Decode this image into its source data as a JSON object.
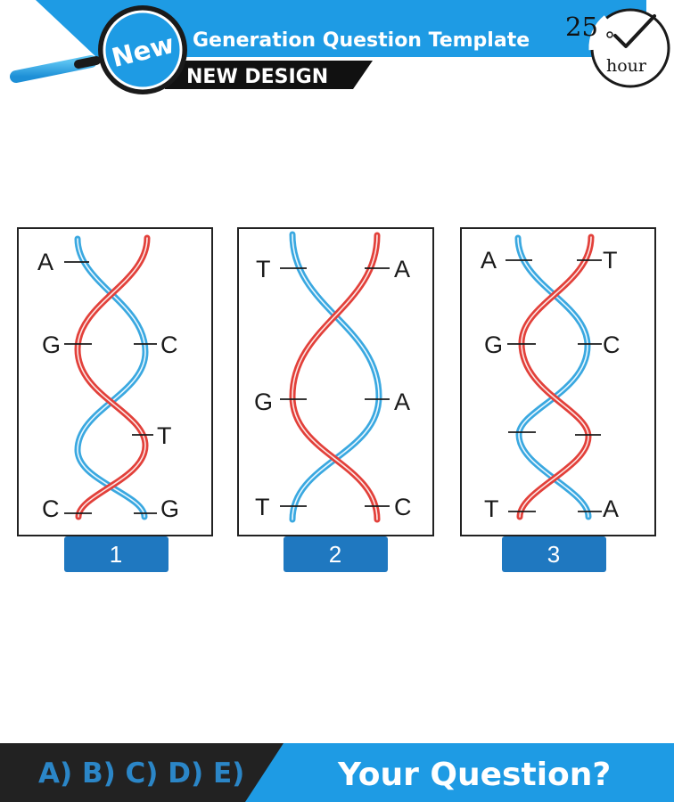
{
  "header": {
    "badge_text": "New",
    "title": "Generation Question Template",
    "subtitle": "NEW DESIGN",
    "clock_number": "25",
    "clock_unit": "hour",
    "accent_color": "#1e9be4",
    "icon": "magnifier-icon"
  },
  "panels": [
    {
      "number": "1",
      "left_labels": [
        "A",
        "G",
        "",
        "C"
      ],
      "right_labels": [
        "",
        "C",
        "T",
        "G"
      ]
    },
    {
      "number": "2",
      "left_labels": [
        "T",
        "G",
        "T"
      ],
      "right_labels": [
        "A",
        "A",
        "C"
      ]
    },
    {
      "number": "3",
      "left_labels": [
        "A",
        "G",
        "",
        "T"
      ],
      "right_labels": [
        "T",
        "C",
        "",
        "A"
      ]
    }
  ],
  "strand_colors": {
    "blue": "#3aa8e0",
    "red": "#e2403a"
  },
  "footer": {
    "options": "A) B) C) D) E)",
    "question": "Your Question?"
  }
}
